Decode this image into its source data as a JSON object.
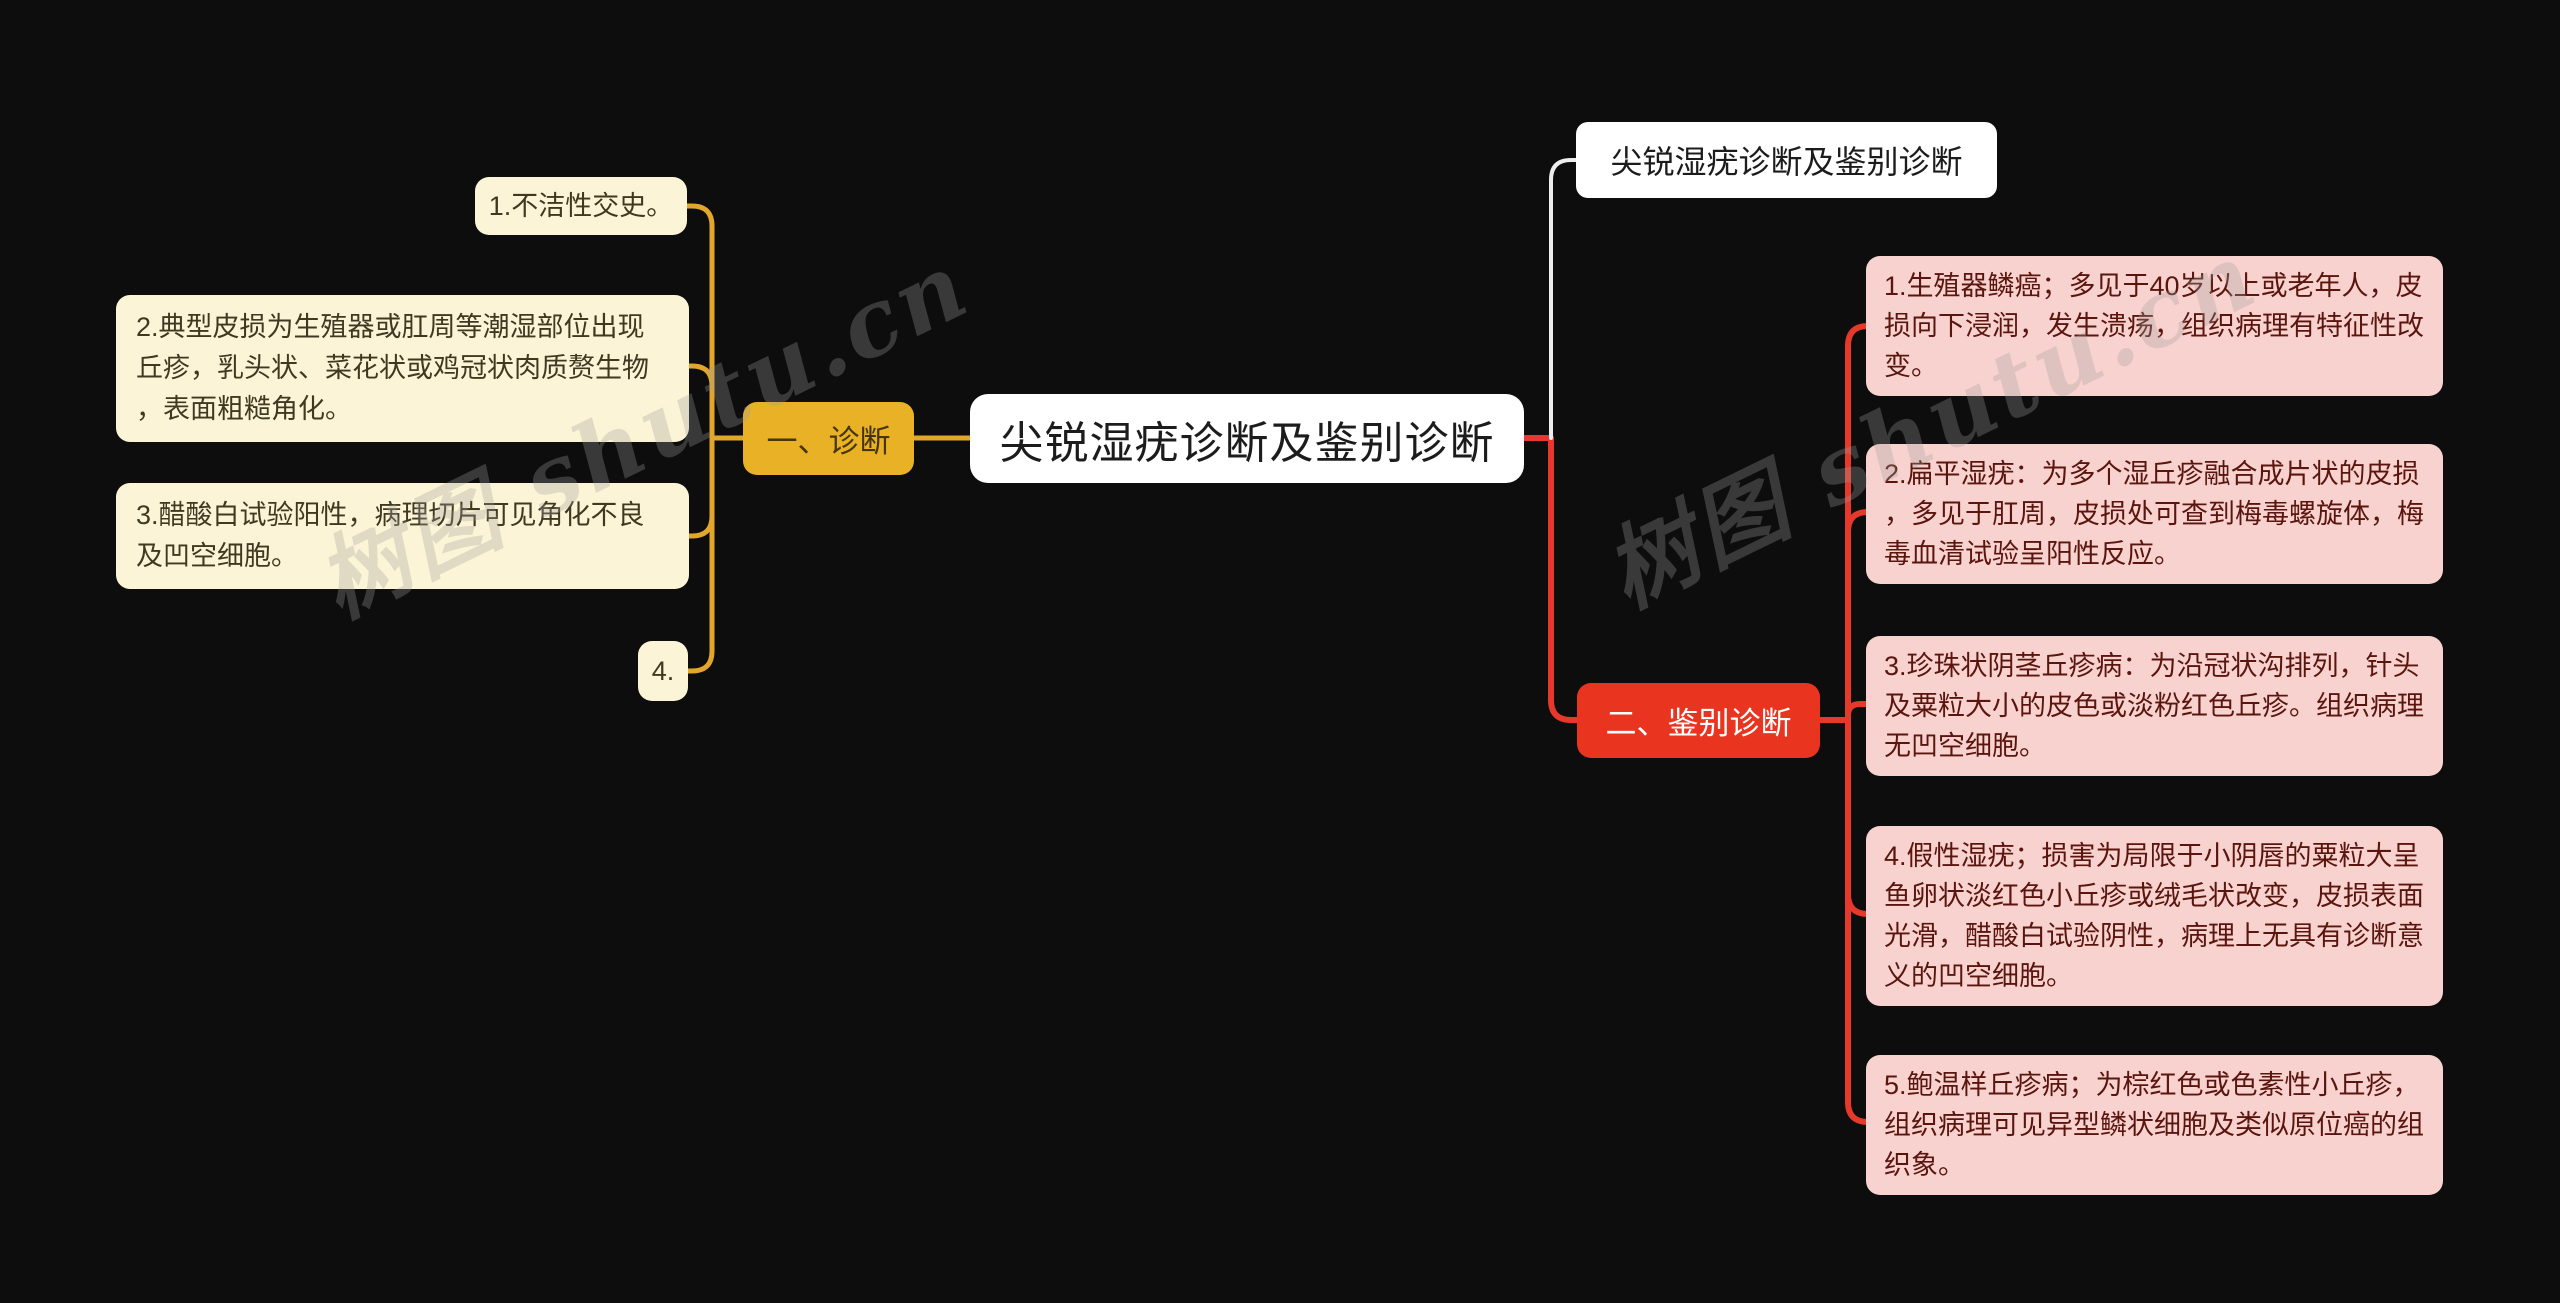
{
  "root_node": {
    "label": "尖锐湿疣诊断及鉴别诊断"
  },
  "center_node": {
    "label": "尖锐湿疣诊断及鉴别诊断"
  },
  "branch_left": {
    "label": "一、诊断",
    "children": [
      {
        "text": "1.不洁性交史。"
      },
      {
        "text": "2.典型皮损为生殖器或肛周等潮湿部位出现丘疹，乳头状、菜花状或鸡冠状肉质赘生物，表面粗糙角化。"
      },
      {
        "text": "3.醋酸白试验阳性，病理切片可见角化不良及凹空细胞。"
      },
      {
        "text": "4."
      }
    ]
  },
  "branch_right": {
    "label": "二、鉴别诊断",
    "children": [
      {
        "text": "1.生殖器鳞癌；多见于40岁以上或老年人，皮损向下浸润，发生溃疡，组织病理有特征性改变。"
      },
      {
        "text": "2.扁平湿疣：为多个湿丘疹融合成片状的皮损，多见于肛周，皮损处可查到梅毒螺旋体，梅毒血清试验呈阳性反应。"
      },
      {
        "text": "3.珍珠状阴茎丘疹病：为沿冠状沟排列，针头及粟粒大小的皮色或淡粉红色丘疹。组织病理无凹空细胞。"
      },
      {
        "text": "4.假性湿疣；损害为局限于小阴唇的粟粒大呈鱼卵状淡红色小丘疹或绒毛状改变，皮损表面光滑，醋酸白试验阴性，病理上无具有诊断意义的凹空细胞。"
      },
      {
        "text": "5.鲍温样丘疹病；为棕红色或色素性小丘疹，组织病理可见异型鳞状细胞及类似原位癌的组织象。"
      }
    ]
  },
  "watermark": {
    "text": "树图 shutu.cn"
  },
  "colors": {
    "background": "#0d0d0d",
    "node_bg": "#ffffff",
    "branch_left_accent": "#e9b125",
    "branch_right_accent": "#e93420",
    "left_leaf_bg": "#fcf4d6",
    "right_leaf_bg": "#f8d2ce",
    "connector_left": "#e2a62b",
    "connector_right": "#e6392b",
    "connector_root": "#ededed"
  }
}
